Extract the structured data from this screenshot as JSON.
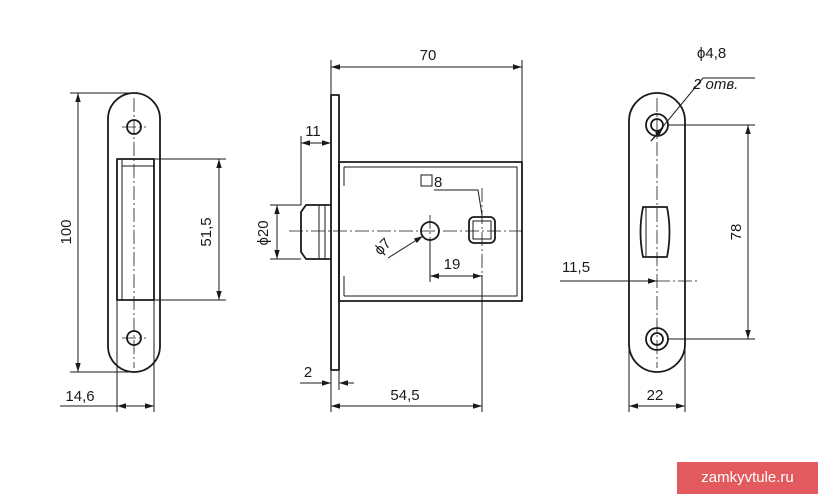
{
  "strike_plate": {
    "height_dim": "100",
    "opening_dim": "51,5",
    "width_dim": "14,6"
  },
  "lock_body": {
    "length_dim": "70",
    "faceplate_dim": "11",
    "bolt_dia_dim": "20",
    "hole_dia_dim": "7",
    "spindle_dim": "8",
    "spindle_offset_dim": "19",
    "faceplate_thickness_dim": "2",
    "backset_dim": "54,5"
  },
  "faceplate": {
    "screw_hole_dim": "4,8",
    "screw_count": "2 отв.",
    "hole_spacing_dim": "78",
    "offset_dim": "11,5",
    "width_dim": "22"
  },
  "watermark": "zamkyvtule.ru"
}
